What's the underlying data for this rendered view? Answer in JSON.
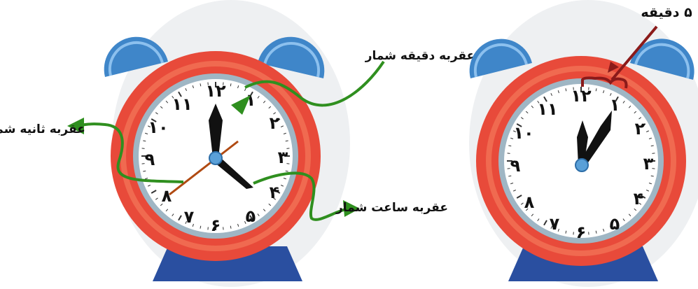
{
  "clock_left": {
    "numerals": [
      "١٢",
      "١",
      "٢",
      "٣",
      "۴",
      "۵",
      "۶",
      "٧",
      "٨",
      "٩",
      "١٠",
      "١١"
    ],
    "labels": {
      "minute_hand": "عقربه دقیقه شمار",
      "second_hand": "عقربه ثانیه شمار",
      "hour_hand": "عقربه ساعت شمار"
    }
  },
  "clock_right": {
    "numerals": [
      "١٢",
      "١",
      "٢",
      "٣",
      "۴",
      "۵",
      "۶",
      "٧",
      "٨",
      "٩",
      "١٠",
      "١١"
    ],
    "labels": {
      "interval": "۵ دقیقه"
    }
  },
  "colors": {
    "bell": "#4a8fd0",
    "body_red": "#e84a3a",
    "ring_gray": "#9fb6c4",
    "face": "#ffffff",
    "pointer_green": "#2f8f1f",
    "second_hand": "#b04a12",
    "interval_marker": "#8b1a1a",
    "stand": "#2a4fa0"
  }
}
